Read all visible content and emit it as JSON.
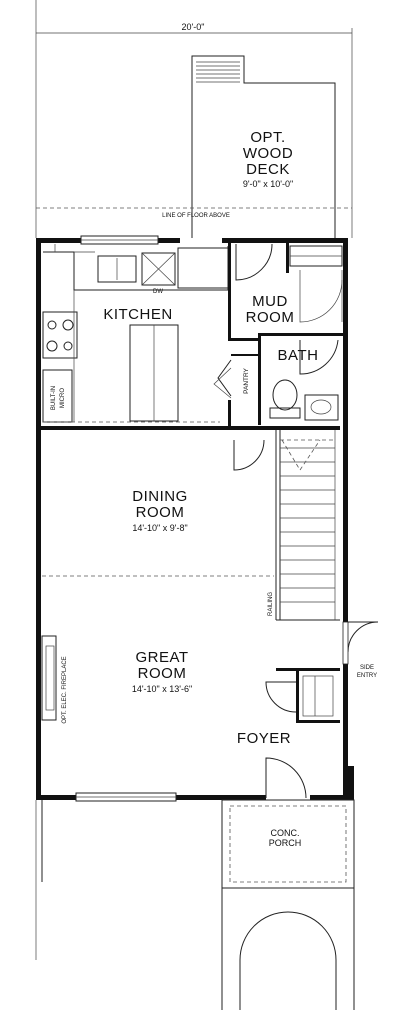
{
  "dimensions": {
    "overall_width": "20'-0\""
  },
  "rooms": {
    "deck": {
      "line1": "OPT.",
      "line2": "WOOD",
      "line3": "DECK",
      "size": "9'-0\" x 10'-0\""
    },
    "kitchen": {
      "name": "KITCHEN"
    },
    "mud_room": {
      "line1": "MUD",
      "line2": "ROOM"
    },
    "bath": {
      "name": "BATH"
    },
    "pantry": {
      "name": "PANTRY"
    },
    "dining": {
      "line1": "DINING",
      "line2": "ROOM",
      "size": "14'-10\" x 9'-8\""
    },
    "great": {
      "line1": "GREAT",
      "line2": "ROOM",
      "size": "14'-10\" x 13'-6\""
    },
    "foyer": {
      "name": "FOYER"
    },
    "porch": {
      "line1": "CONC.",
      "line2": "PORCH"
    }
  },
  "notes": {
    "floor_above": "LINE OF FLOOR ABOVE",
    "dw": "DW",
    "micro_line1": "BUILT-IN",
    "micro_line2": "MICRO",
    "fireplace": "OPT. ELEC. FIREPLACE",
    "railing": "RAILING",
    "side_entry_line1": "SIDE",
    "side_entry_line2": "ENTRY"
  }
}
